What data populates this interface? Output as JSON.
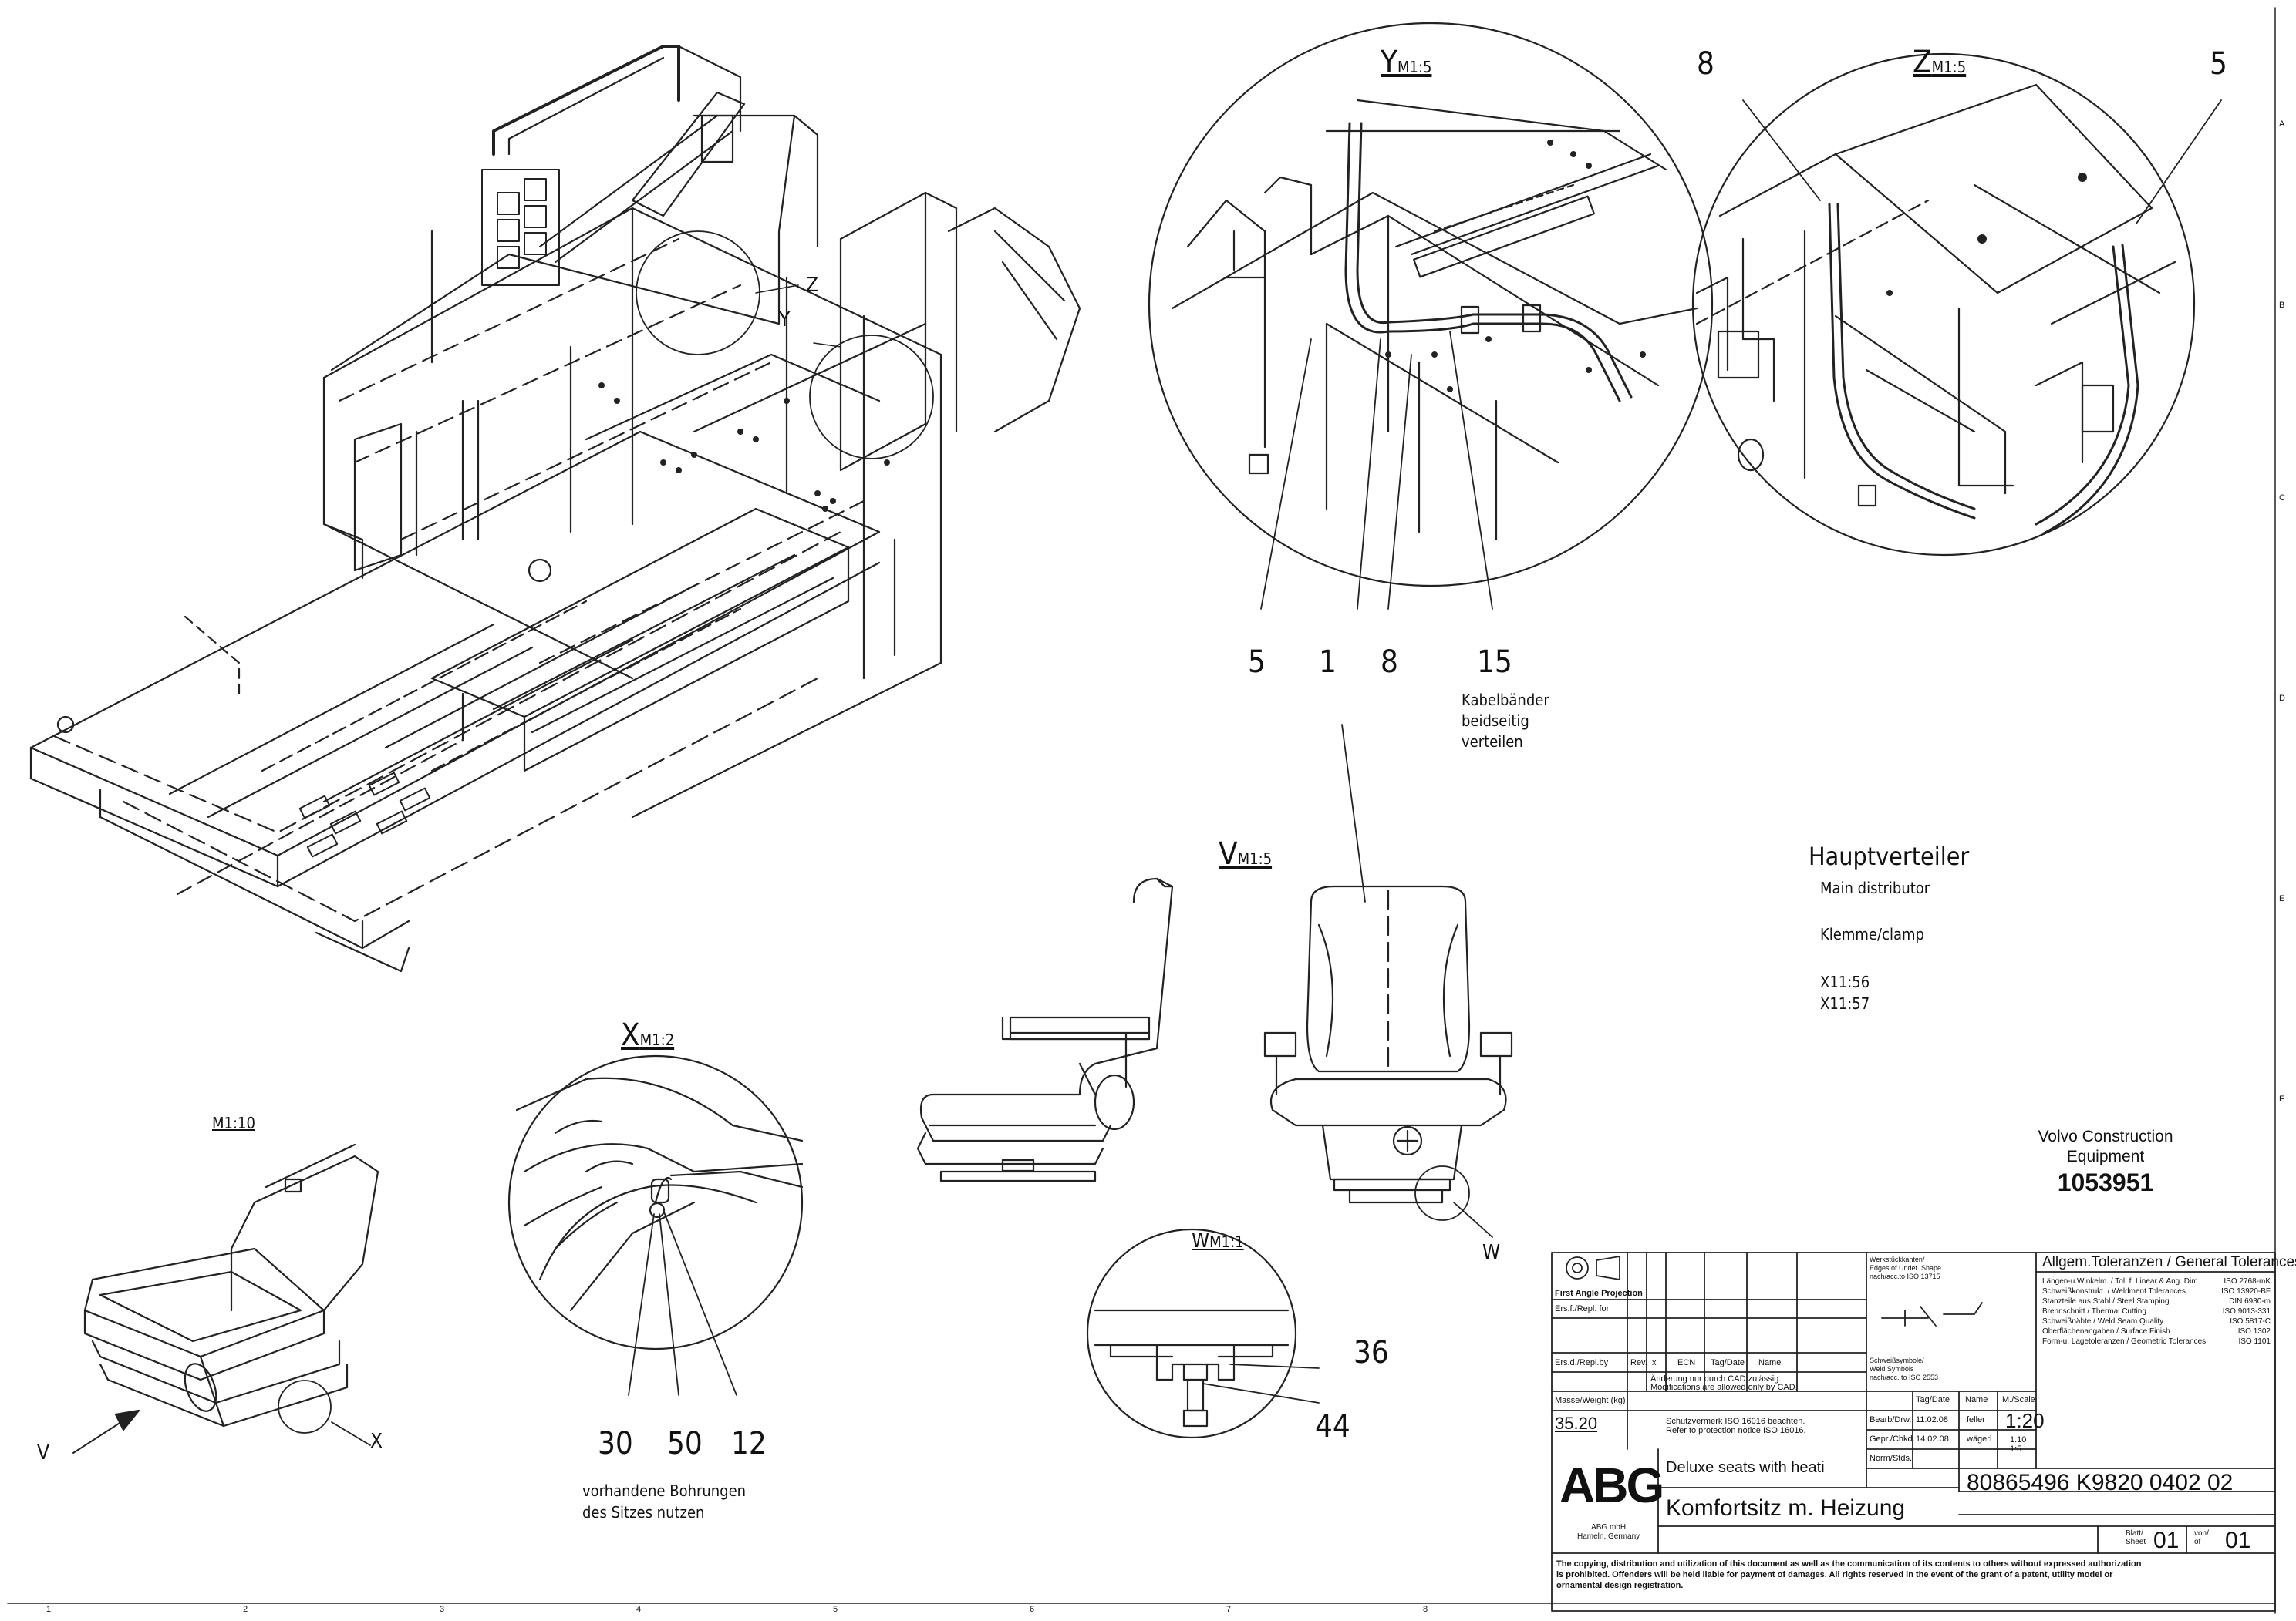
{
  "views": {
    "y": {
      "label": "Y",
      "scale": "M1:5"
    },
    "z": {
      "label": "Z",
      "scale": "M1:5"
    },
    "v": {
      "label": "V",
      "scale": "M1:5"
    },
    "x": {
      "label": "X",
      "scale": "M1:2"
    },
    "w": {
      "label": "W",
      "scale": "M1:1"
    },
    "iso_scale": "M1:10"
  },
  "callouts": {
    "z_left": "8",
    "z_right": "5",
    "main_z": "Z",
    "main_y": "Y",
    "y_5": "5",
    "y_1": "1",
    "y_8": "8",
    "y_15": "15",
    "cable_note": [
      "Kabelbänder",
      "beidseitig",
      "verteilen"
    ],
    "x_30": "30",
    "x_50": "50",
    "x_12": "12",
    "x_note": [
      "vorhandene Bohrungen",
      "des Sitzes nutzen"
    ],
    "w_36": "36",
    "w_44": "44",
    "v_arrow": "V",
    "x_arrow": "X",
    "w_arrow": "W"
  },
  "distributor": {
    "title": "Hauptverteiler",
    "subtitle": "Main distributor",
    "clamp": "Klemme/clamp",
    "terminals": [
      "X11:56",
      "X11:57"
    ]
  },
  "company_block": {
    "line1": "Volvo Construction",
    "line2": "Equipment",
    "number": "1053951"
  },
  "title_block": {
    "projection": "First Angle Projection",
    "replaced_by": "Ers.f./Repl. for",
    "rev_cols": [
      "Rev.",
      "x",
      "ECN",
      "Tag/Date",
      "Name"
    ],
    "ers_label": "Ers.d./Repl.by",
    "cad_note": [
      "Änderung nur durch CAD zulässig.",
      "Modifications are allowed only by CAD."
    ],
    "weight_label": "Masse/Weight (kg)",
    "weight": "35.20",
    "protection": [
      "Schutzvermerk ISO 16016 beachten.",
      "Refer to protection notice ISO 16016."
    ],
    "edge_note": [
      "Werkstückkanten/",
      "Edges of Undef. Shape",
      "nach/acc.to ISO 13715"
    ],
    "weld_note": [
      "Schweißsymbole/",
      "Weld Symbols",
      "nach/acc. to ISO 2553"
    ],
    "tol_header": "Allgem.Toleranzen / General Tolerances",
    "tolerances": [
      [
        "Längen-u.Winkelm. / Tol. f. Linear & Ang. Dim.",
        "ISO 2768-mK"
      ],
      [
        "Schweißkonstrukt. / Weldment Tolerances",
        "ISO 13920-BF"
      ],
      [
        "Stanzteile aus Stahl / Steel Stamping",
        "DIN 6930-m"
      ],
      [
        "Brennschnitt  /  Thermal Cutting",
        "ISO 9013-331"
      ],
      [
        "Schweißnähte  /  Weld Seam Quality",
        "ISO 5817-C"
      ],
      [
        "Oberflächenangaben / Surface Finish",
        "ISO 1302"
      ],
      [
        "Form-u. Lagetoleranzen / Geometric Tolerances",
        "ISO 1101"
      ]
    ],
    "rows": [
      {
        "label": "Bearb/Drw.",
        "date": "11.02.08",
        "name": "feller"
      },
      {
        "label": "Gepr./Chkd.",
        "date": "14.02.08",
        "name": "wägerl"
      },
      {
        "label": "Norm/Stds.",
        "date": "",
        "name": ""
      }
    ],
    "col_date": "Tag/Date",
    "col_name": "Name",
    "scale_label": "M./Scale",
    "scale_main": "1:20",
    "scale_sub": [
      "1:10",
      "1:5"
    ],
    "desc_en": "Deluxe seats with heati",
    "desc_de": "Komfortsitz m. Heizung",
    "drawing_no": "80865496 K9820 0402 02",
    "sheet_label": [
      "Blatt/",
      "Sheet"
    ],
    "sheet": "01",
    "von_label": [
      "von/",
      "of"
    ],
    "of": "01",
    "company": "ABG",
    "company_sub": [
      "ABG mbH",
      "Hameln, Germany"
    ],
    "copyright": [
      "The copying, distribution and utilization of this document as well as the communication of its contents to others without expressed authorization",
      "is prohibited. Offenders will be held liable for payment of damages. All rights reserved in the event of the grant of a patent, utility model or",
      "ornamental design registration."
    ]
  },
  "grid": {
    "rows": [
      "A",
      "B",
      "C",
      "D",
      "E",
      "F"
    ],
    "cols": [
      "1",
      "2",
      "3",
      "4",
      "5",
      "6",
      "7",
      "8"
    ]
  }
}
